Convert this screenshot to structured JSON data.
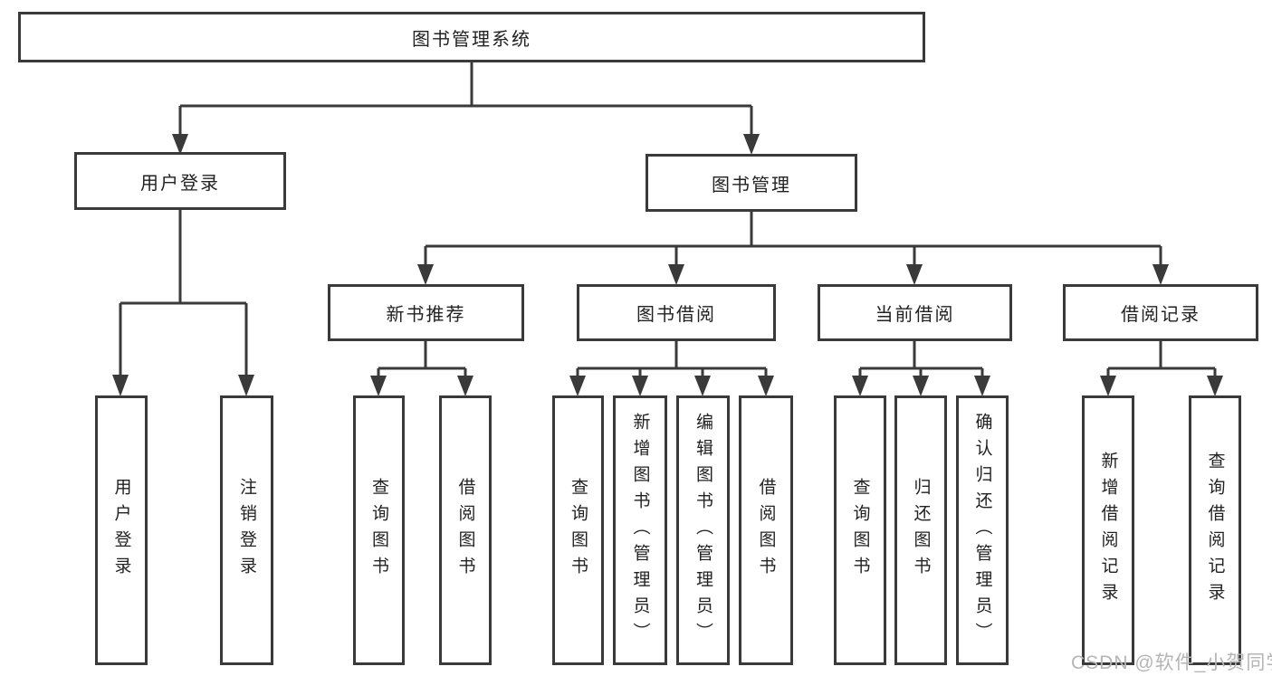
{
  "tree": {
    "label": "图书管理系统",
    "children": [
      {
        "label": "用户登录",
        "children": [
          {
            "label": "用户登录"
          },
          {
            "label": "注销登录"
          }
        ]
      },
      {
        "label": "图书管理",
        "children": [
          {
            "label": "新书推荐",
            "children": [
              {
                "label": "查询图书"
              },
              {
                "label": "借阅图书"
              }
            ]
          },
          {
            "label": "图书借阅",
            "children": [
              {
                "label": "查询图书"
              },
              {
                "label": "新增图书（管理员）"
              },
              {
                "label": "编辑图书（管理员）"
              },
              {
                "label": "借阅图书"
              }
            ]
          },
          {
            "label": "当前借阅",
            "children": [
              {
                "label": "查询图书"
              },
              {
                "label": "归还图书"
              },
              {
                "label": "确认归还（管理员）"
              }
            ]
          },
          {
            "label": "借阅记录",
            "children": [
              {
                "label": "新增借阅记录"
              },
              {
                "label": "查询借阅记录"
              }
            ]
          }
        ]
      }
    ]
  },
  "watermark": "CSDN @软件_小贺同学",
  "colors": {
    "line": "#3a3a3a",
    "box_border": "#3a3a3a",
    "text": "#222222",
    "background": "#ffffff",
    "watermark": "#b5b5b5"
  }
}
